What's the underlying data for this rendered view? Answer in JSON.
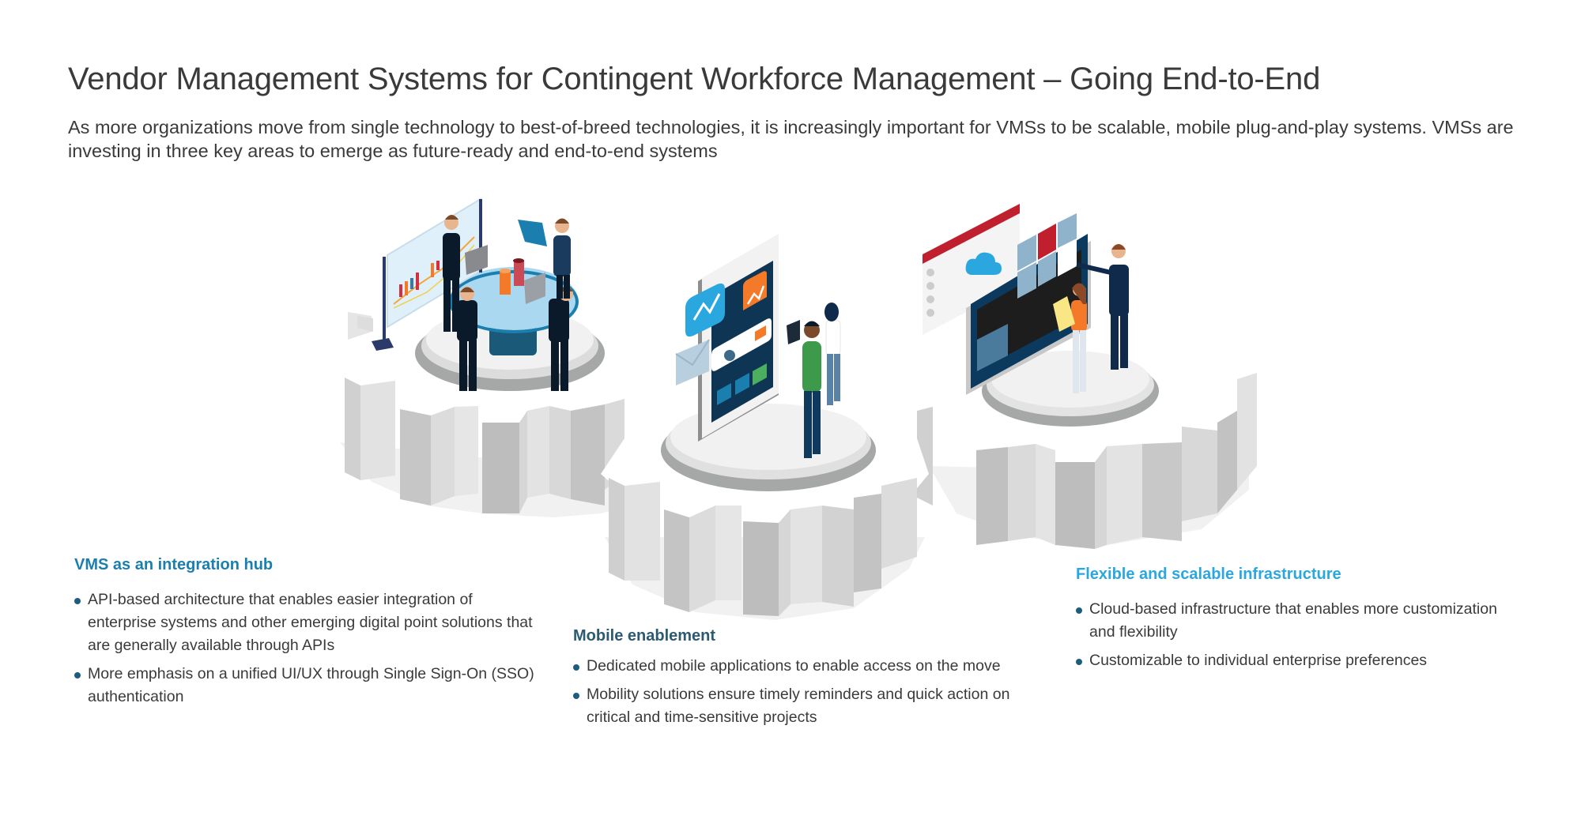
{
  "header": {
    "title": "Vendor Management Systems for Contingent Workforce Management – Going End-to-End",
    "subtitle": "As more organizations move from single technology to best-of-breed technologies, it is increasingly important for VMSs to be scalable, mobile plug-and-play systems. VMSs are investing in three key areas to emerge as future-ready and end-to-end systems"
  },
  "illustration": {
    "gears": [
      {
        "name": "integration-hub-gear",
        "scene": "team around round table with dashboard board, laptops and cylinders"
      },
      {
        "name": "mobile-enablement-gear",
        "scene": "large smartphone with app tiles, two people with laptop"
      },
      {
        "name": "infrastructure-gear",
        "scene": "large tablet screen with tiles and cloud panel, two people"
      }
    ],
    "colors": {
      "gear_top": "#ffffff",
      "gear_side_light": "#e2e2e2",
      "gear_side_mid": "#d4d4d4",
      "gear_side_dark": "#bdbdbd",
      "platform_top": "#f0f0f0",
      "platform_rim": "#a8a8a8",
      "navy": "#0b1a2b",
      "blue": "#1a7fae",
      "light_blue": "#2ba7df",
      "orange": "#f47a2a",
      "red": "#c0202e",
      "green": "#3d9a4a"
    }
  },
  "sections": {
    "hub": {
      "heading": "VMS as an integration hub",
      "bullets": [
        "API-based architecture that enables easier integration of enterprise systems and other emerging digital point solutions that are generally available through APIs",
        "More emphasis on a unified UI/UX through Single Sign-On (SSO) authentication"
      ]
    },
    "mobile": {
      "heading": "Mobile enablement",
      "bullets": [
        "Dedicated mobile applications to enable access on the move",
        "Mobility solutions ensure timely reminders and quick action on critical and time-sensitive projects"
      ]
    },
    "infra": {
      "heading": "Flexible and scalable infrastructure",
      "bullets": [
        "Cloud-based infrastructure that enables more customization and flexibility",
        "Customizable to individual enterprise preferences"
      ]
    }
  }
}
